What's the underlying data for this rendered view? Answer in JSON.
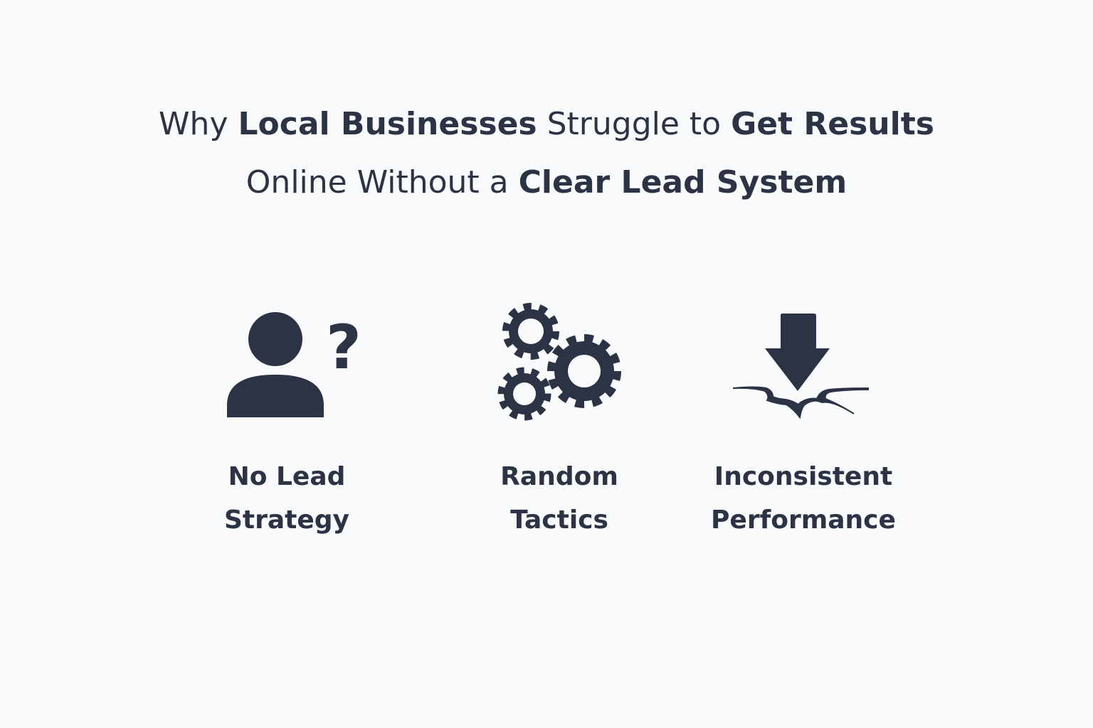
{
  "title": {
    "line1": [
      {
        "text": "Why ",
        "bold": false
      },
      {
        "text": "Local Businesses",
        "bold": true
      },
      {
        "text": " Struggle to ",
        "bold": false
      },
      {
        "text": "Get Results",
        "bold": true
      }
    ],
    "line2": [
      {
        "text": "Online Without a ",
        "bold": false
      },
      {
        "text": "Clear Lead System",
        "bold": true
      }
    ]
  },
  "items": [
    {
      "icon": "person-question-icon",
      "label_line1": "No Lead",
      "label_line2": "Strategy",
      "question_mark": "?"
    },
    {
      "icon": "gears-icon",
      "label_line1": "Random",
      "label_line2": "Tactics"
    },
    {
      "icon": "down-arrow-crack-icon",
      "label_line1": "Inconsistent",
      "label_line2": "Performance"
    }
  ],
  "colors": {
    "text": "#2b3345",
    "background": "#f9fafc"
  }
}
